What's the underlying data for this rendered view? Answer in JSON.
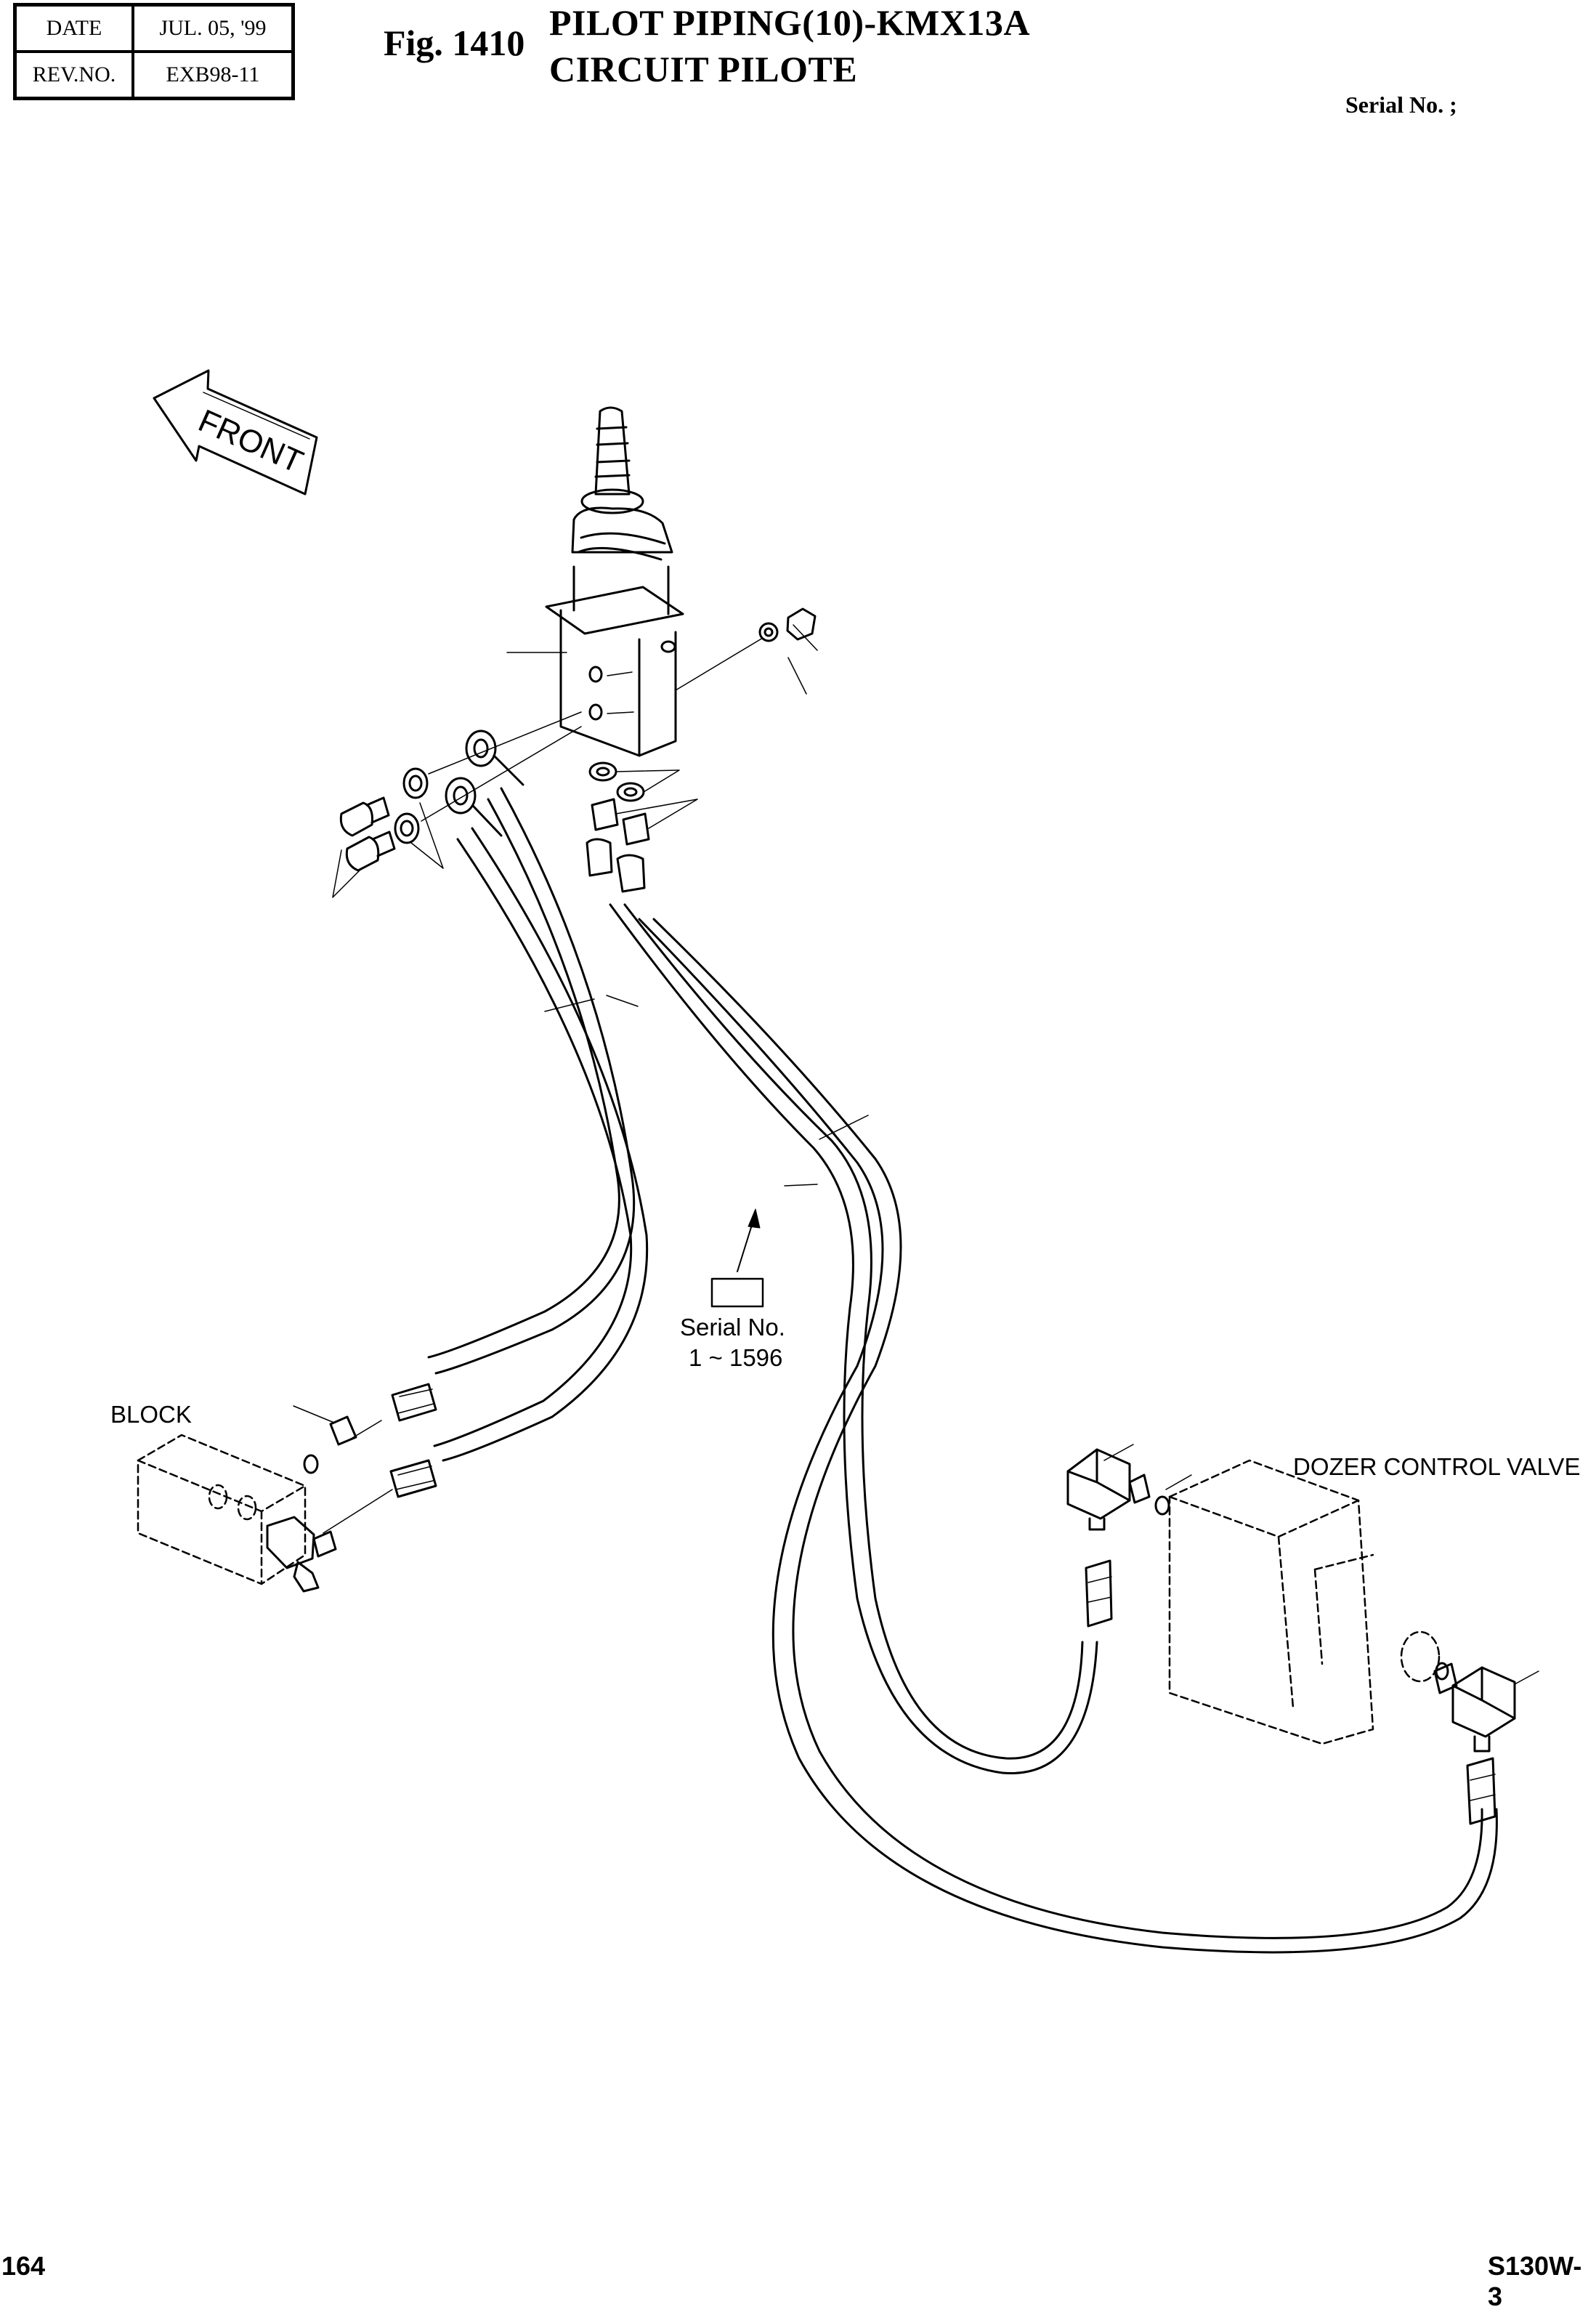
{
  "header": {
    "date_label": "DATE",
    "date_value": "JUL. 05, '99",
    "rev_label": "REV.NO.",
    "rev_value": "EXB98-11"
  },
  "title": {
    "fig_number": "Fig. 1410",
    "line1": "PILOT PIPING(10)-KMX13A",
    "line2": "CIRCUIT PILOTE",
    "serial_top": "Serial No. ;"
  },
  "labels": {
    "front": "FRONT",
    "block": "BLOCK",
    "dozer_control_valve": "DOZER CONTROL VALVE",
    "serial_no": "Serial No.",
    "serial_range": "1 ~ 1596"
  },
  "footer": {
    "page_number": "164",
    "model": "S130W-3"
  }
}
